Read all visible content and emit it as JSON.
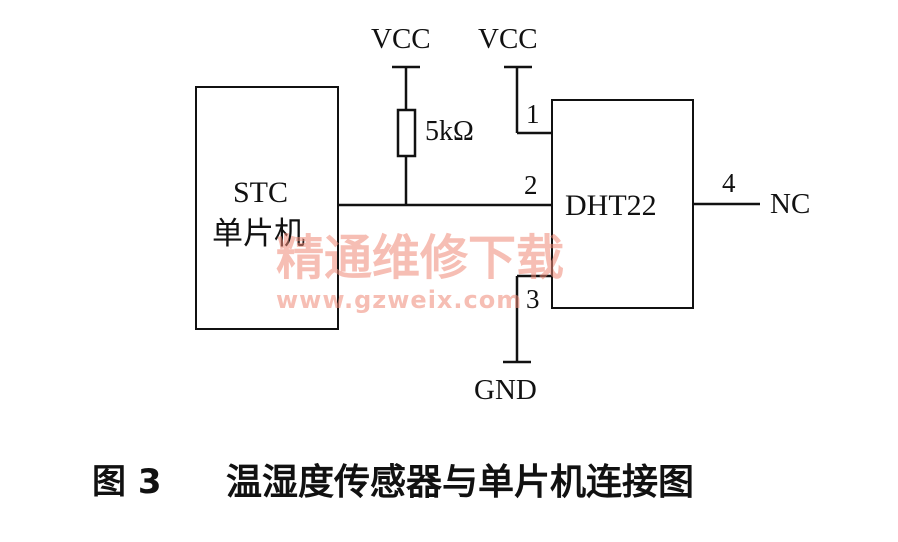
{
  "diagram": {
    "mcu": {
      "line1": "STC",
      "line2": "单片机"
    },
    "sensor": {
      "name": "DHT22"
    },
    "supply_left": "VCC",
    "supply_right": "VCC",
    "resistor_value": "5kΩ",
    "ground": "GND",
    "nc": "NC",
    "pins": {
      "p1": "1",
      "p2": "2",
      "p3": "3",
      "p4": "4"
    }
  },
  "watermark": {
    "line1": "精通维修下载",
    "line2": "www.gzweix.com",
    "color": "#f08a78"
  },
  "caption": {
    "figure": "图 3",
    "title": "温湿度传感器与单片机连接图"
  }
}
